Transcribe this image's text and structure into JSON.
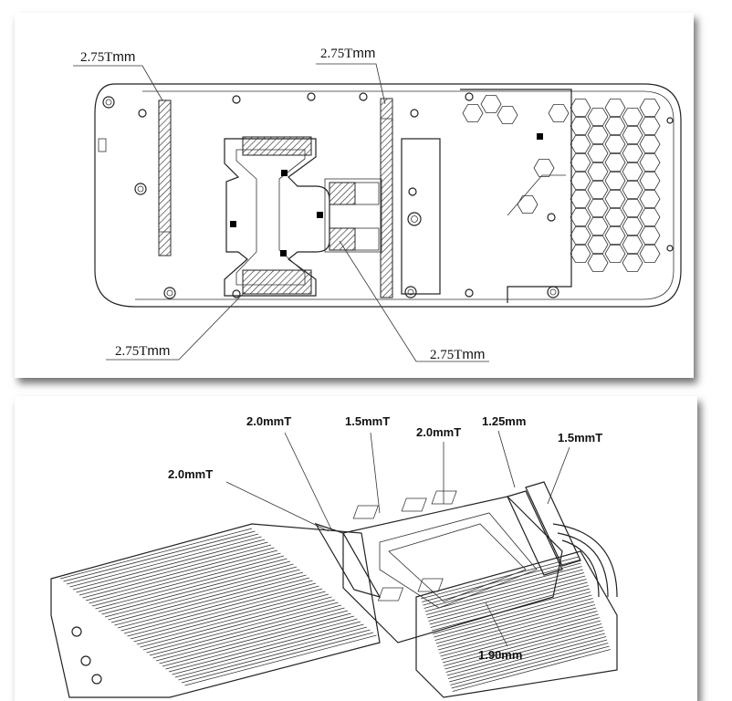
{
  "top_labels": {
    "topleft": {
      "value": "2.75T",
      "unit": "mm"
    },
    "topmid": {
      "value": "2.75T",
      "unit": "mm"
    },
    "bottomleft": {
      "value": "2.75T",
      "unit": "mm"
    },
    "bottomright": {
      "value": "2.75T",
      "unit": "mm"
    }
  },
  "bottom_labels": {
    "a": "2.0mmT",
    "b": "2.0mmT",
    "c": "1.5mmT",
    "d": "2.0mmT",
    "e": "1.25mm",
    "f": "1.5mmT",
    "g": "1.90mm"
  }
}
